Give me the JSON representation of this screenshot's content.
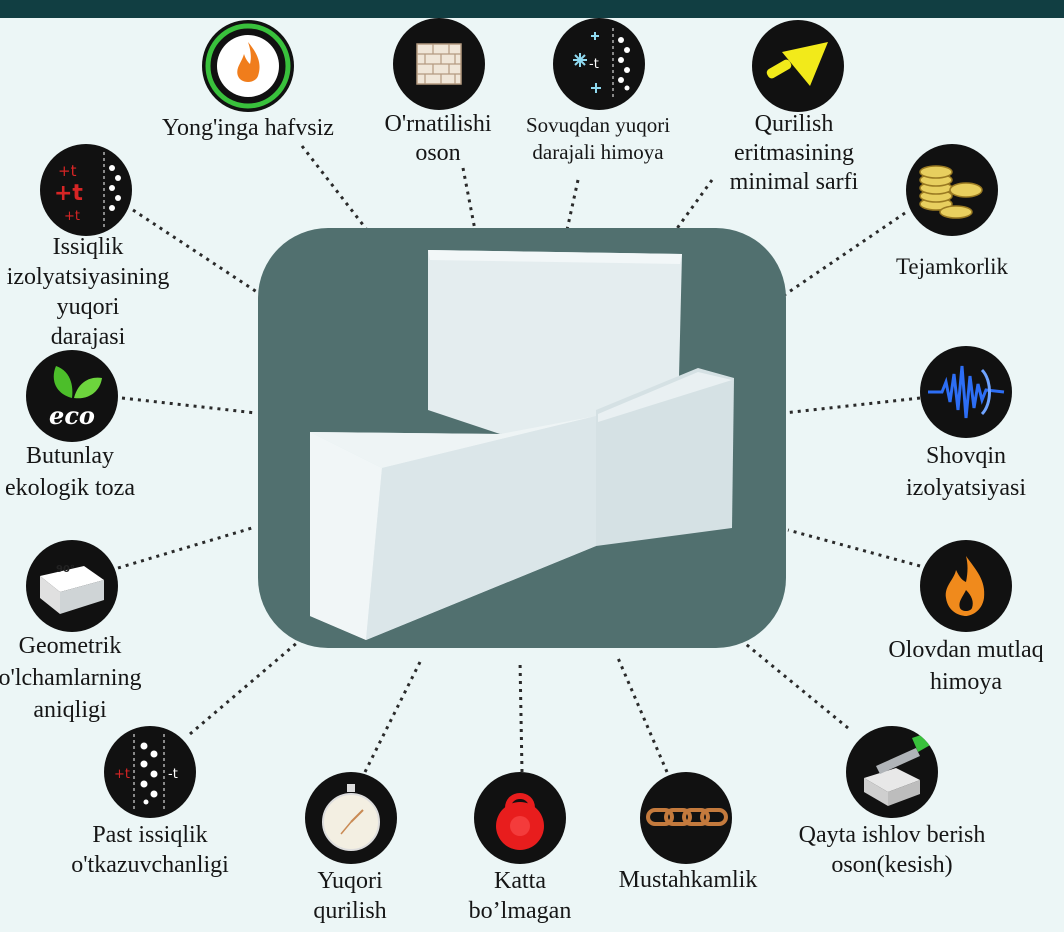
{
  "features": [
    {
      "id": "fire-safe",
      "icon": "flame-icon",
      "label": "Yong'inga hafvsiz"
    },
    {
      "id": "easy-install",
      "icon": "brick-wall-icon",
      "label": "O'rnatilishi\noson"
    },
    {
      "id": "cold-protection",
      "icon": "snowflake-temperature-icon",
      "label": "Sovuqdan yuqori\ndarajali himoya"
    },
    {
      "id": "mortar-usage",
      "icon": "trowel-icon",
      "label": "Qurilish\neritmasining\nminimal sarfi"
    },
    {
      "id": "economy",
      "icon": "coins-icon",
      "label": "Tejamkorlik"
    },
    {
      "id": "heat-insulation",
      "icon": "heat-temperature-icon",
      "label": "Issiqlik\nizolyatsiyasining\nyuqori\ndarajasi"
    },
    {
      "id": "eco",
      "icon": "eco-leaf-icon",
      "icon_text": "eco",
      "label": "Butunlay\nekologik toza"
    },
    {
      "id": "noise-insulation",
      "icon": "sound-wave-icon",
      "label": "Shovqin\nizolyatsiyasi"
    },
    {
      "id": "geometry",
      "icon": "block-angle-icon",
      "icon_text": "90°",
      "label": "Geometrik\no'lchamlarning\naniqligi"
    },
    {
      "id": "fire-protection",
      "icon": "fire-icon",
      "label": "Olovdan mutlaq\nhimoya"
    },
    {
      "id": "low-conductivity",
      "icon": "thermal-conductivity-icon",
      "icon_text_left": "+t",
      "icon_text_right": "-t",
      "label": "Past issiqlik\no'tkazuvchanligi"
    },
    {
      "id": "easy-cutting",
      "icon": "saw-cutting-icon",
      "label": "Qayta ishlov berish\noson(kesish)"
    },
    {
      "id": "fast-build",
      "icon": "stopwatch-icon",
      "label": "Yuqori\nqurilish"
    },
    {
      "id": "light-weight",
      "icon": "kettlebell-icon",
      "label": "Katta\nbo’lmagan"
    },
    {
      "id": "strength",
      "icon": "chain-icon",
      "label": "Mustahkamlik"
    }
  ],
  "colors": {
    "topbar": "#113e42",
    "background": "#ecf6f6",
    "panel": "#51706f",
    "fire_ring": "#39c13c",
    "flame": "#f07d1c",
    "trowel": "#f2ea1a",
    "coins": "#e8cf5f",
    "eco_leaf": "#4cbe2a",
    "sound_wave": "#2d6ef5",
    "kettlebell": "#e81d1d",
    "chain": "#c47a3d"
  }
}
